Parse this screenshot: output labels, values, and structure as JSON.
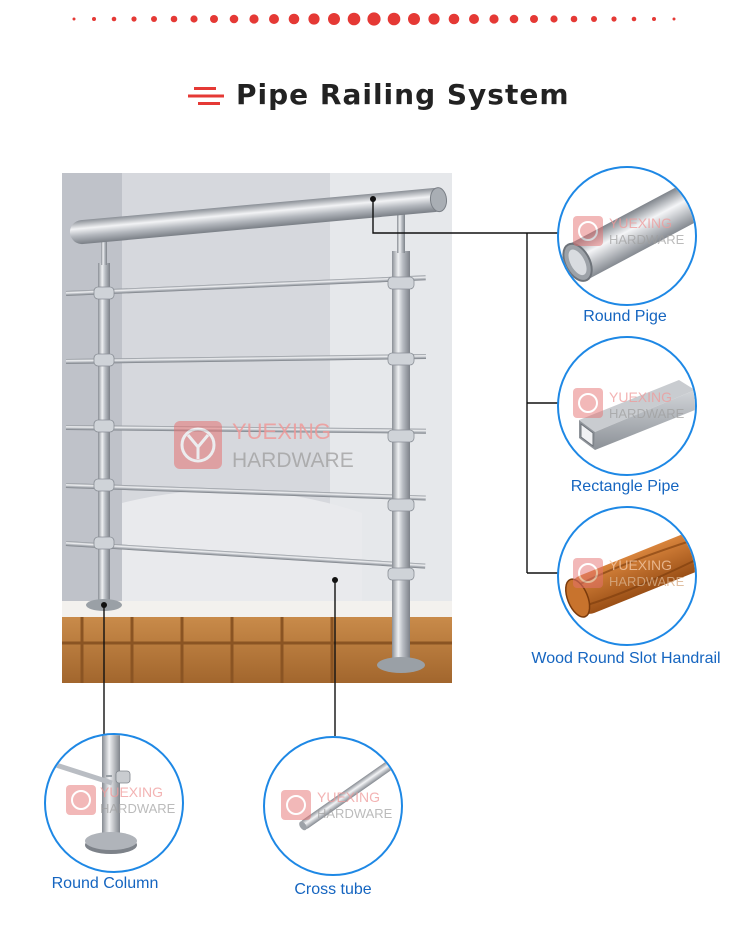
{
  "title": "Pipe Railing System",
  "colors": {
    "accent_red": "#e53935",
    "caption_blue": "#1565c0",
    "border_blue": "#1e88e5"
  },
  "icons": {
    "title_icon": "stacked-lines-icon",
    "watermark": "yuexing-logo-icon"
  },
  "watermark": {
    "line1": "YUEXING",
    "line2": "HARDWARE"
  },
  "parts": [
    {
      "label": "Round Pige"
    },
    {
      "label": "Rectangle Pipe"
    },
    {
      "label": "Wood Round Slot Handrail"
    },
    {
      "label": "Round Column"
    },
    {
      "label": "Cross tube"
    }
  ]
}
